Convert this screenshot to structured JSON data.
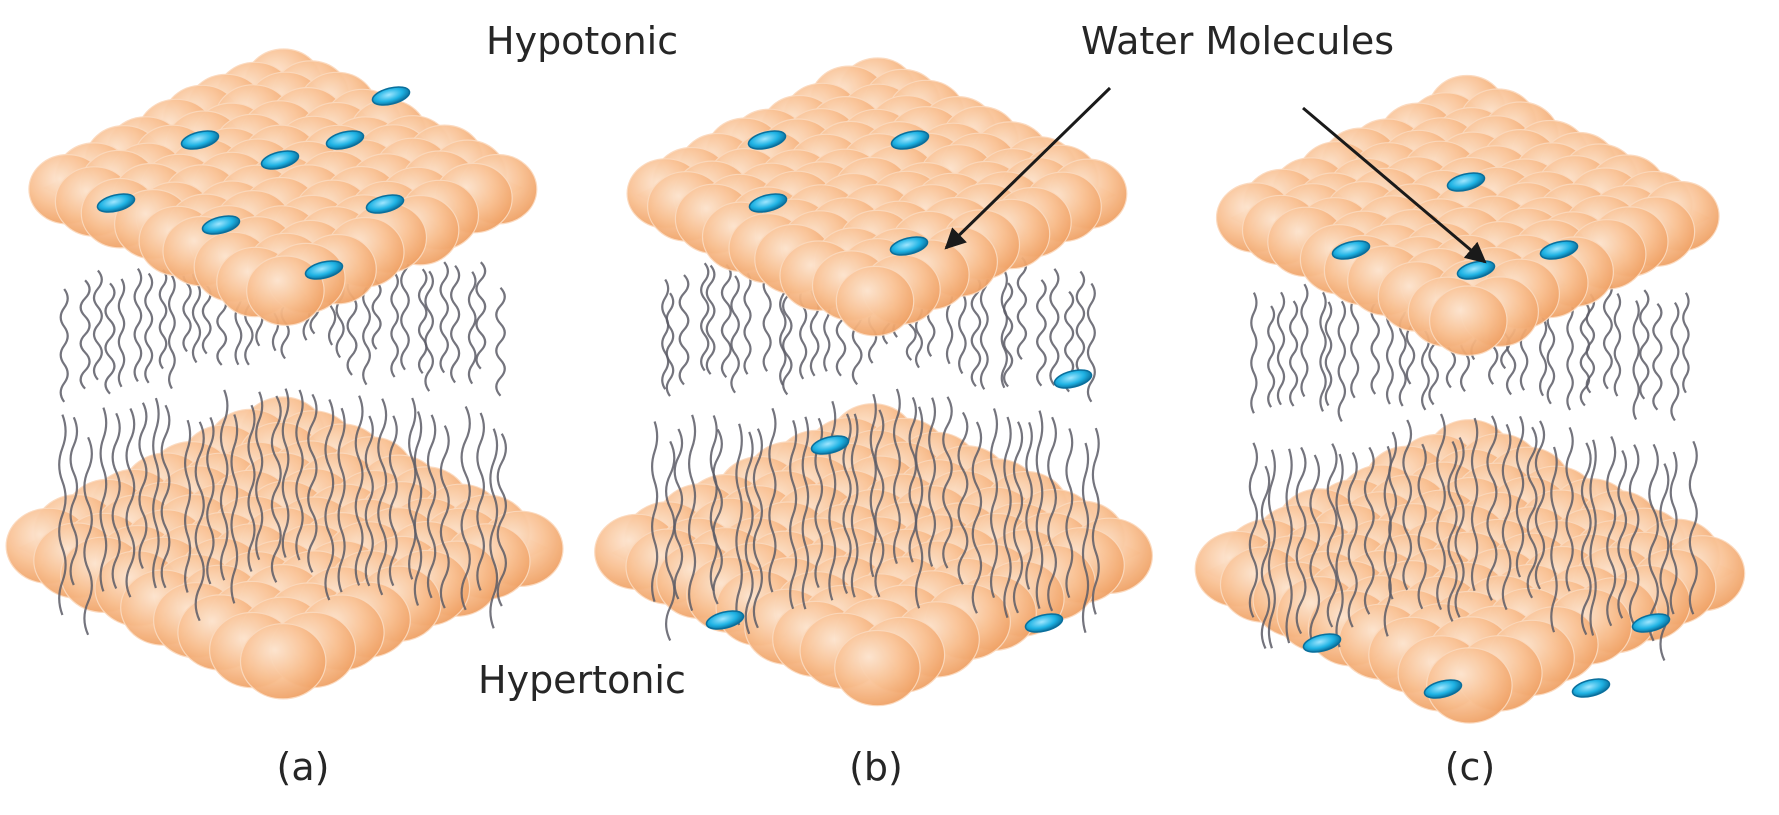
{
  "labels": {
    "top": "Hypotonic",
    "bottom": "Hypertonic",
    "water": "Water Molecules"
  },
  "panels": [
    {
      "id": "a",
      "caption": "(a)"
    },
    {
      "id": "b",
      "caption": "(b)"
    },
    {
      "id": "c",
      "caption": "(c)"
    }
  ],
  "colors": {
    "head_light": "#fcdcc0",
    "head_mid": "#f8b985",
    "head_dark": "#ee9a5a",
    "tail": "#5c5c66",
    "water_fill": "#1fb3e4",
    "water_dark": "#0a6f9c",
    "text": "#262626",
    "arrow": "#1a1a1a"
  }
}
